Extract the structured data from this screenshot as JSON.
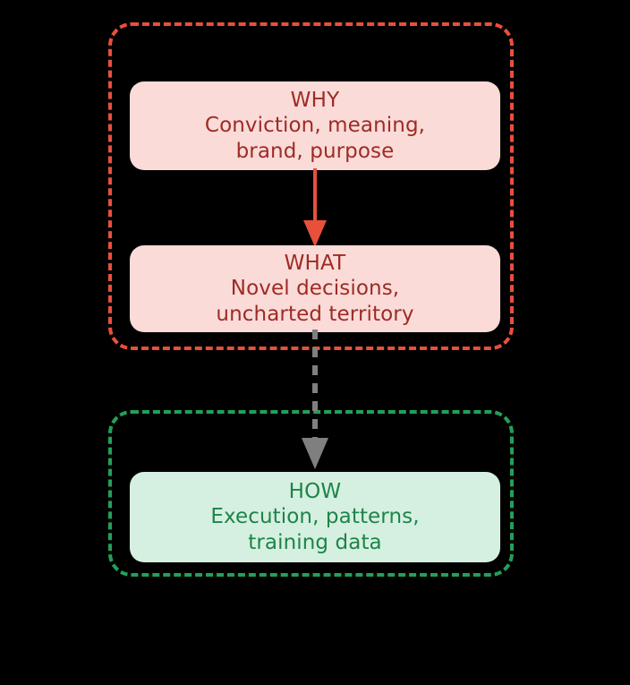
{
  "diagram": {
    "type": "flowchart",
    "background_color": "#000000",
    "groups": [
      {
        "id": "group-why-what",
        "name": "why-what-group",
        "border_color": "#E8503C",
        "border_style": "dashed",
        "label": ""
      },
      {
        "id": "group-how",
        "name": "how-group",
        "border_color": "#22A05A",
        "border_style": "dashed",
        "label": ""
      }
    ],
    "nodes": [
      {
        "id": "why",
        "title": "WHY",
        "description_line1": "Conviction, meaning,",
        "description_line2": "brand, purpose",
        "fill_color": "#FADBD8",
        "text_color": "#9E2B25"
      },
      {
        "id": "what",
        "title": "WHAT",
        "description_line1": "Novel decisions,",
        "description_line2": "uncharted territory",
        "fill_color": "#FADBD8",
        "text_color": "#9E2B25"
      },
      {
        "id": "how",
        "title": "HOW",
        "description_line1": "Execution, patterns,",
        "description_line2": "training data",
        "fill_color": "#D5F0E0",
        "text_color": "#1E8449"
      }
    ],
    "edges": [
      {
        "id": "why-to-what",
        "from": "why",
        "to": "what",
        "style": "solid",
        "color": "#E8503C",
        "label": ""
      },
      {
        "id": "what-to-how",
        "from": "what",
        "to": "how",
        "style": "dashed",
        "color": "#7F7F7F",
        "label": ""
      }
    ]
  }
}
